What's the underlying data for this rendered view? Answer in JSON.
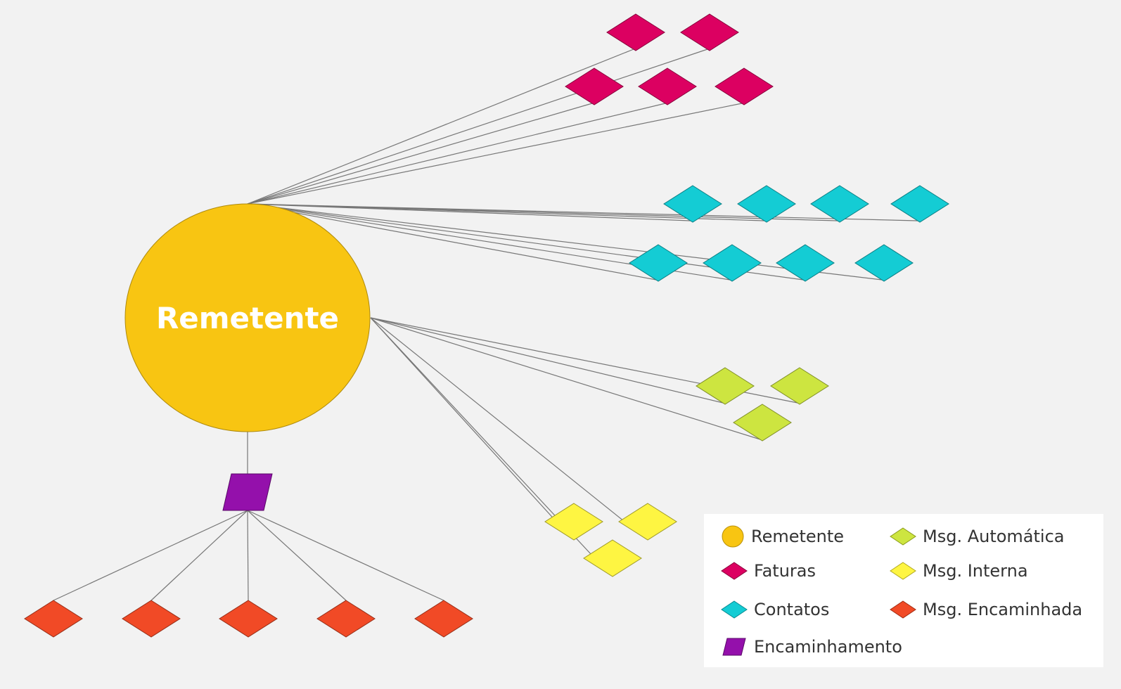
{
  "root": {
    "label": "Remetente",
    "color": "#f8c512"
  },
  "groups": [
    {
      "id": "faturas",
      "label": "Faturas",
      "color": "#dc0061",
      "count": 5
    },
    {
      "id": "contatos",
      "label": "Contatos",
      "color": "#14ccd4",
      "count": 8
    },
    {
      "id": "msg-automatica",
      "label": "Msg. Automática",
      "color": "#cde540",
      "count": 3
    },
    {
      "id": "msg-interna",
      "label": "Msg. Interna",
      "color": "#fef542",
      "count": 3
    },
    {
      "id": "encaminhamento",
      "label": "Encaminhamento",
      "color": "#9410ab",
      "count": 1
    },
    {
      "id": "msg-encaminhada",
      "label": "Msg. Encaminhada",
      "color": "#f14a26",
      "count": 5
    }
  ],
  "legend": {
    "items": [
      {
        "label": "Remetente",
        "shape": "circle",
        "color": "#f8c512"
      },
      {
        "label": "Msg. Automática",
        "shape": "diamond",
        "color": "#cde540"
      },
      {
        "label": "Faturas",
        "shape": "diamond",
        "color": "#dc0061"
      },
      {
        "label": "Msg. Interna",
        "shape": "diamond",
        "color": "#fef542"
      },
      {
        "label": "Contatos",
        "shape": "diamond",
        "color": "#14ccd4"
      },
      {
        "label": "Msg. Encaminhada",
        "shape": "diamond",
        "color": "#f14a26"
      },
      {
        "label": "Encaminhamento",
        "shape": "parallelogram",
        "color": "#9410ab"
      }
    ]
  },
  "edge_color": "#777777"
}
